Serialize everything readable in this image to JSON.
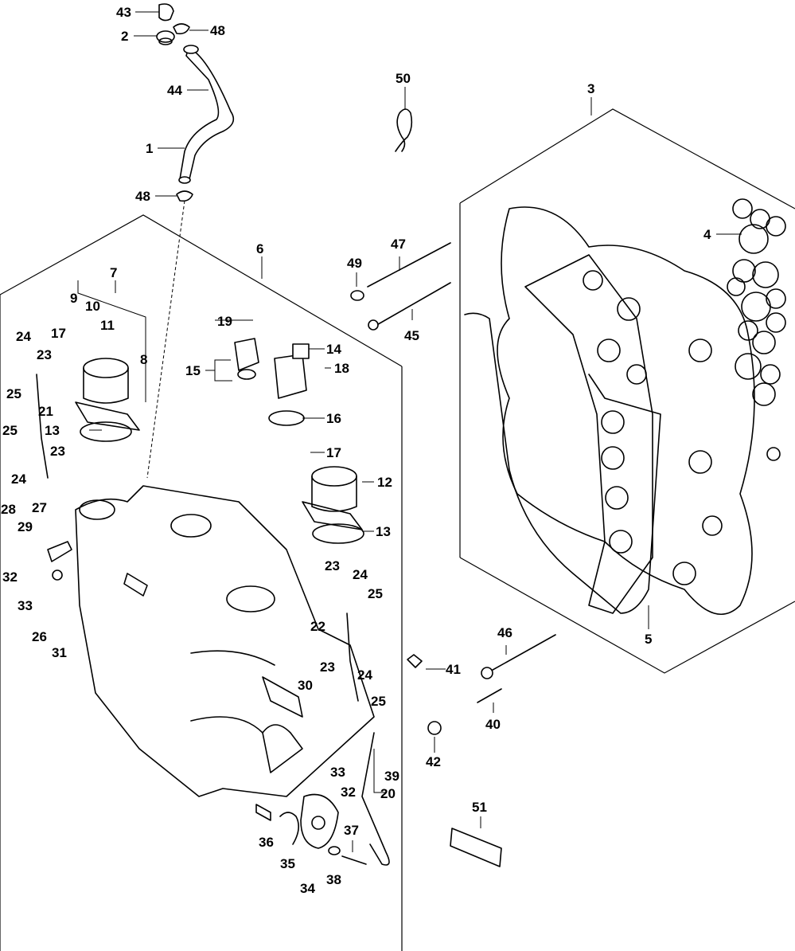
{
  "callouts": [
    "1",
    "2",
    "3",
    "4",
    "5",
    "6",
    "7",
    "8",
    "9",
    "10",
    "11",
    "12",
    "13",
    "14",
    "15",
    "16",
    "17",
    "18",
    "19",
    "20",
    "21",
    "22",
    "23",
    "24",
    "25",
    "26",
    "27",
    "28",
    "29",
    "30",
    "31",
    "32",
    "33",
    "34",
    "35",
    "36",
    "37",
    "38",
    "39",
    "40",
    "41",
    "42",
    "43",
    "44",
    "45",
    "46",
    "47",
    "48",
    "49",
    "50",
    "51"
  ],
  "labels": {
    "l43": "43",
    "l2": "2",
    "l48a": "48",
    "l44": "44",
    "l1": "1",
    "l48b": "48",
    "l50": "50",
    "l3": "3",
    "l4": "4",
    "l47": "47",
    "l49": "49",
    "l45": "45",
    "l5": "5",
    "l6": "6",
    "l7": "7",
    "l9": "9",
    "l10": "10",
    "l11": "11",
    "l8": "8",
    "l17a": "17",
    "l24a": "24",
    "l23a": "23",
    "l25a": "25",
    "l21": "21",
    "l13a": "13",
    "l25b": "25",
    "l24b": "24",
    "l23b": "23",
    "l19": "19",
    "l14": "14",
    "l15": "15",
    "l18": "18",
    "l16": "16",
    "l17b": "17",
    "l12": "12",
    "l13b": "13",
    "l28": "28",
    "l27": "27",
    "l29": "29",
    "l32a": "32",
    "l33a": "33",
    "l26": "26",
    "l31": "31",
    "l23c": "23",
    "l24c": "24",
    "l25c": "25",
    "l22": "22",
    "l23d": "23",
    "l24d": "24",
    "l30": "30",
    "l25d": "25",
    "l41": "41",
    "l46": "46",
    "l40": "40",
    "l42": "42",
    "l33b": "33",
    "l32b": "32",
    "l39": "39",
    "l20": "20",
    "l36": "36",
    "l35": "35",
    "l37": "37",
    "l34": "34",
    "l38": "38",
    "l51": "51"
  }
}
